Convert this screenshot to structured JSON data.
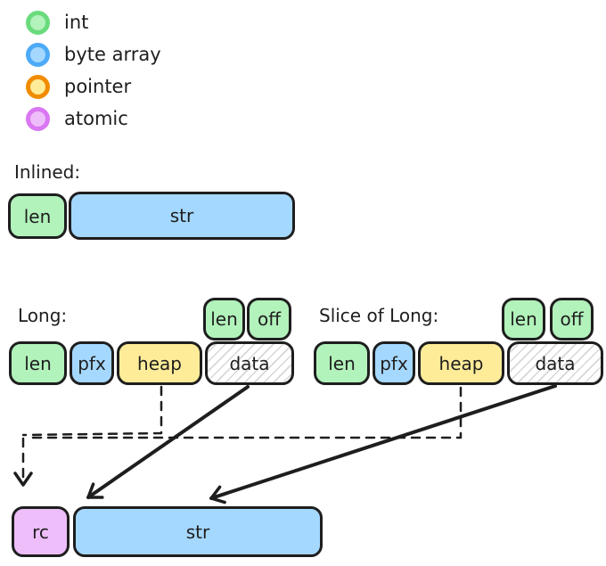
{
  "canvas": {
    "width": "680",
    "height": "635",
    "background": "#ffffff"
  },
  "palette": {
    "outline": "#1e1e1e",
    "int_fill": "#b2f2bb",
    "byte_array_fill": "#a5d8ff",
    "pointer_fill": "#ffec99",
    "atomic_fill": "#eebefa",
    "hatch_line": "#d7d7d7",
    "arrow": "#1e1e1e"
  },
  "legend": {
    "items": [
      {
        "label": "int",
        "ring": "#69db7c",
        "fill": "#b2f2bb"
      },
      {
        "label": "byte array",
        "ring": "#4dabf7",
        "fill": "#a5d8ff"
      },
      {
        "label": "pointer",
        "ring": "#f08c00",
        "fill": "#ffec99"
      },
      {
        "label": "atomic",
        "ring": "#da77f2",
        "fill": "#eebefa"
      }
    ]
  },
  "inlined": {
    "title": "Inlined:",
    "len": "len",
    "str": "str"
  },
  "long": {
    "title": "Long:",
    "len": "len",
    "pfx": "pfx",
    "heap": "heap",
    "data": "data",
    "overlay_len": "len",
    "overlay_off": "off"
  },
  "slice": {
    "title": "Slice of Long:",
    "len": "len",
    "pfx": "pfx",
    "heap": "heap",
    "data": "data",
    "overlay_len": "len",
    "overlay_off": "off"
  },
  "heap_row": {
    "rc": "rc",
    "str": "str"
  }
}
